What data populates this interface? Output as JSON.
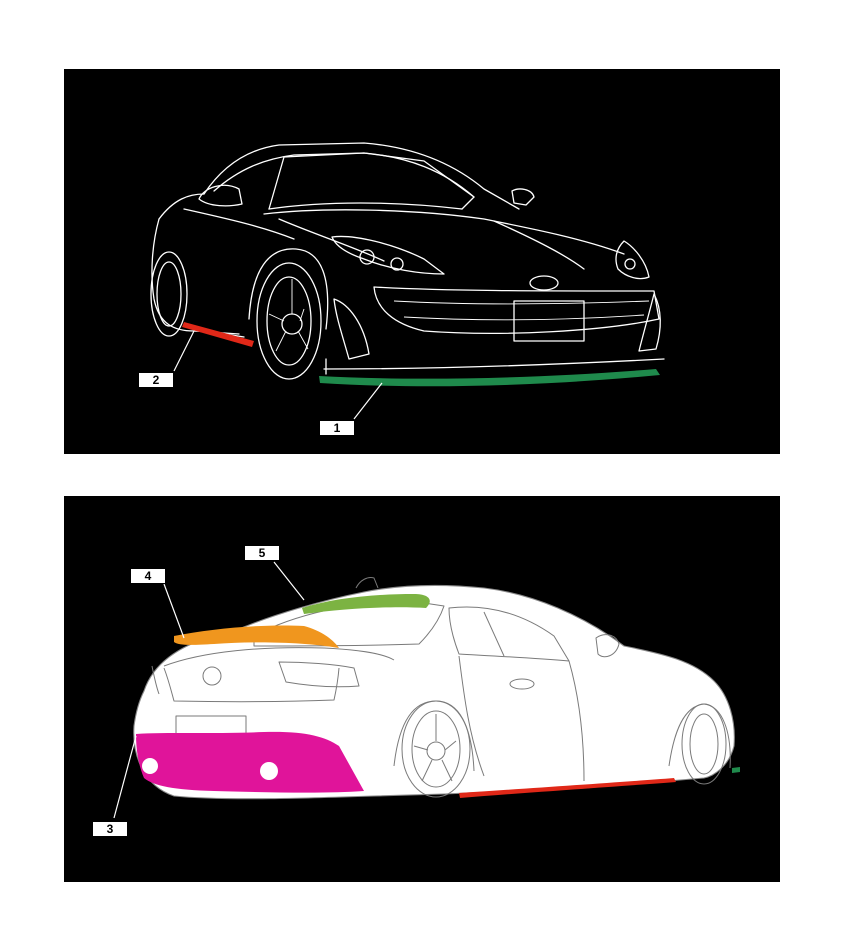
{
  "parts": [
    {
      "id": "1",
      "label": "1",
      "color": "#1f8a4c",
      "panel": "front"
    },
    {
      "id": "2",
      "label": "2",
      "color": "#e02818",
      "panel": "front"
    },
    {
      "id": "3",
      "label": "3",
      "color": "#e0149a",
      "panel": "rear"
    },
    {
      "id": "4",
      "label": "4",
      "color": "#f0961e",
      "panel": "rear"
    },
    {
      "id": "5",
      "label": "5",
      "color": "#7cb342",
      "panel": "rear"
    }
  ],
  "colors": {
    "panel_background": "#000000",
    "page_background": "#ffffff",
    "car_outline": "#ffffff",
    "callout_fill": "#ffffff",
    "callout_text": "#000000"
  },
  "icons": {
    "front_view": "car-front-three-quarter-illustration",
    "rear_view": "car-rear-three-quarter-illustration"
  }
}
